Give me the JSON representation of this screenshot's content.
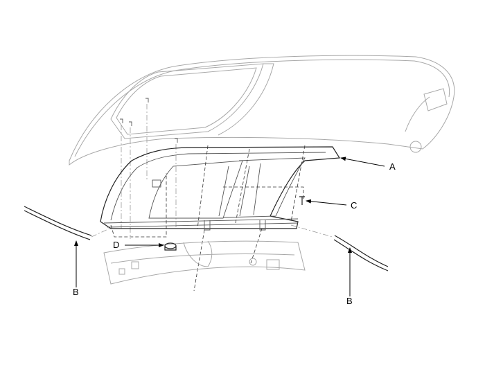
{
  "diagram": {
    "callouts": {
      "a": "A",
      "b_left": "B",
      "b_right": "B",
      "c": "C",
      "d": "D"
    }
  }
}
